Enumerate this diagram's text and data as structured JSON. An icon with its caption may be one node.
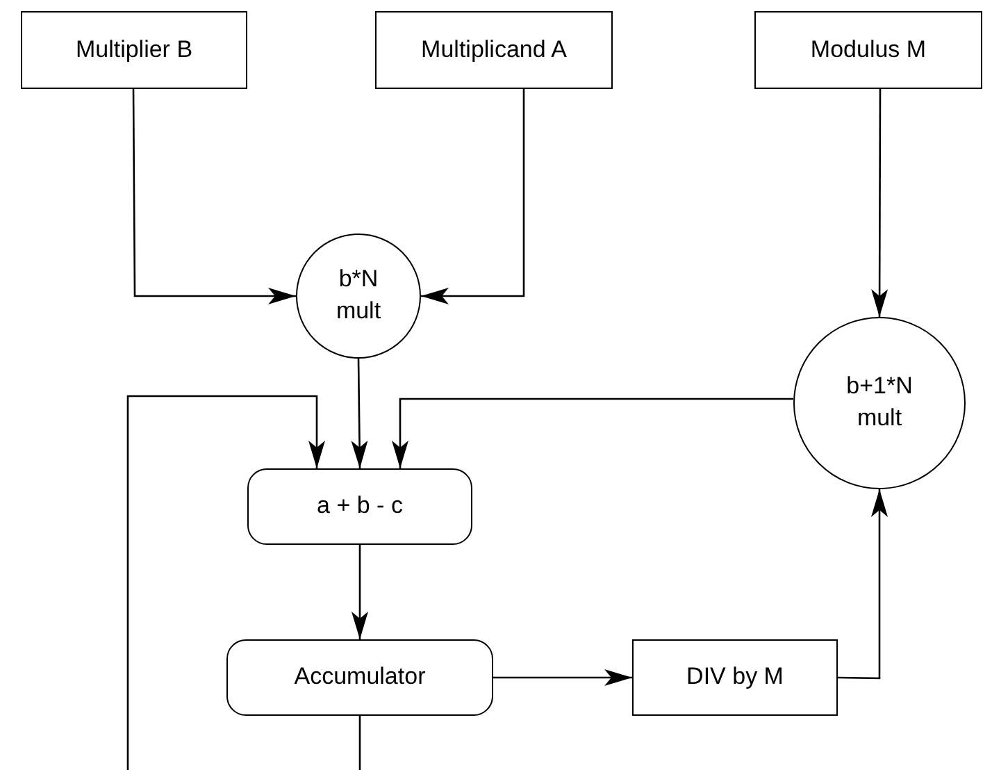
{
  "diagram": {
    "nodes": [
      {
        "text": [
          "Multiplier B"
        ]
      },
      {
        "text": [
          "Multiplicand A"
        ]
      },
      {
        "text": [
          "Modulus M"
        ]
      },
      {
        "text": [
          "b*N mult"
        ]
      },
      {
        "text": [
          "b+1*N mult"
        ]
      },
      {
        "text": [
          "a + b - c"
        ]
      },
      {
        "text": [
          "Accumulator"
        ]
      },
      {
        "text": [
          "DIV by M"
        ]
      }
    ],
    "edges": [
      {
        "from": 0,
        "to": 3,
        "arrow": "to"
      },
      {
        "from": 1,
        "to": 3,
        "arrow": "to"
      },
      {
        "from": 2,
        "to": 4,
        "arrow": "to"
      },
      {
        "from": 3,
        "to": 5,
        "arrow": "to"
      },
      {
        "from": 4,
        "to": 5,
        "arrow": "to"
      },
      {
        "from": 5,
        "to": 6,
        "arrow": "to"
      },
      {
        "from": 6,
        "to": 7,
        "arrow": "to"
      },
      {
        "from": 7,
        "to": 4,
        "arrow": "to"
      },
      {
        "from": 6,
        "to": null,
        "arrow": "none"
      },
      {
        "from": null,
        "to": 5,
        "arrow": "to"
      }
    ]
  }
}
